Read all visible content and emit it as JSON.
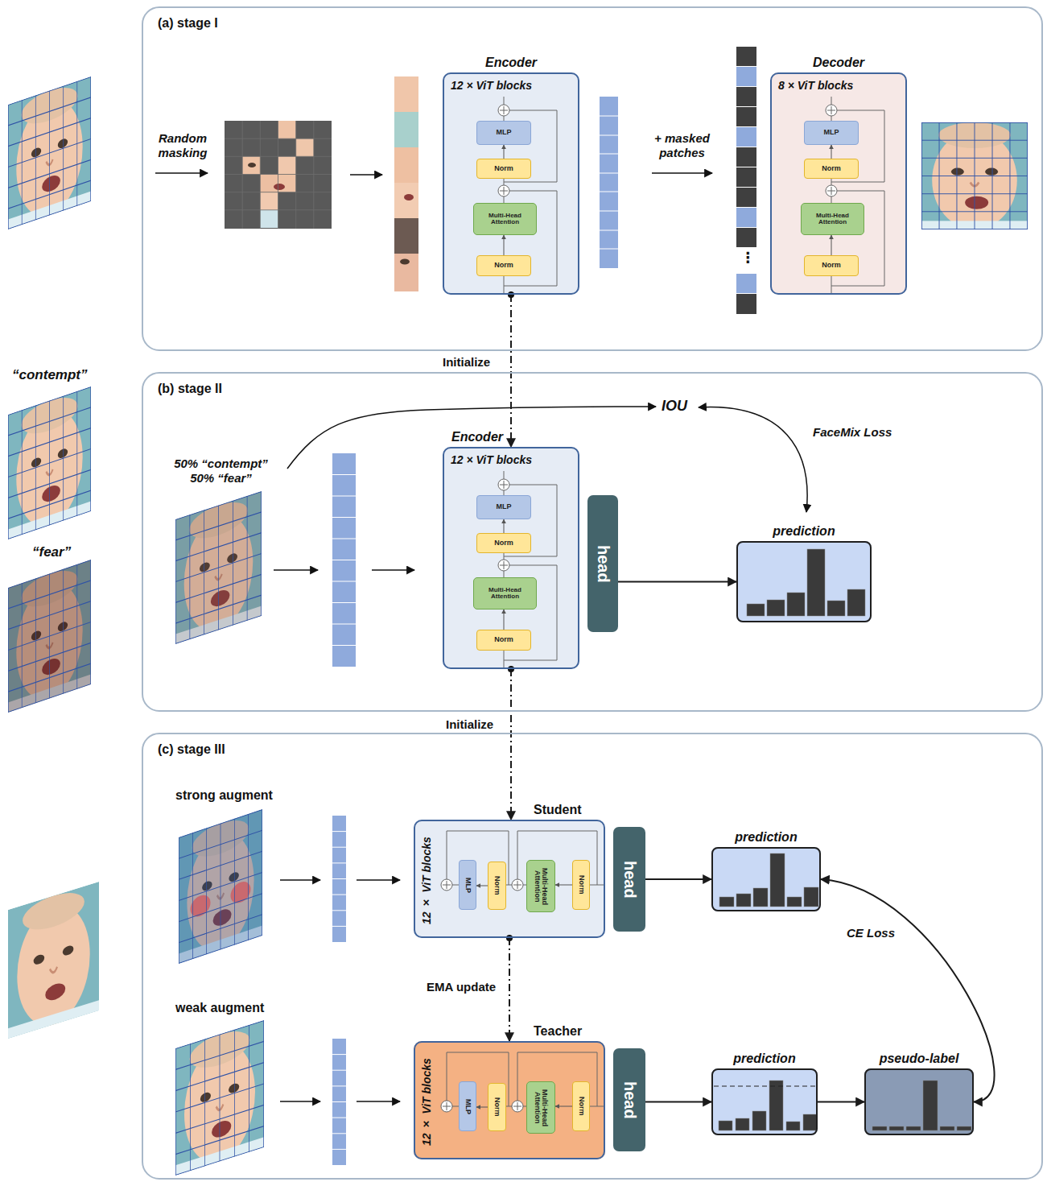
{
  "diagram": {
    "nodes": [
      {
        "text": [
          "(a) stage I"
        ]
      },
      {
        "text": [
          "Encoder",
          "12 × ViT blocks"
        ],
        "in": 0
      },
      {
        "text": [
          "MLP"
        ],
        "in": 1
      },
      {
        "text": [
          "Norm"
        ],
        "in": 1
      },
      {
        "text": [
          "Multi-Head Attention"
        ],
        "in": 1
      },
      {
        "text": [
          "Norm"
        ],
        "in": 1
      },
      {
        "text": [
          "Decoder",
          "8 × ViT blocks"
        ],
        "in": 0
      },
      {
        "text": [
          "MLP"
        ],
        "in": 6
      },
      {
        "text": [
          "Norm"
        ],
        "in": 6
      },
      {
        "text": [
          "Multi-Head Attention"
        ],
        "in": 6
      },
      {
        "text": [
          "Norm"
        ],
        "in": 6
      },
      {
        "text": [
          "(b) stage II"
        ]
      },
      {
        "text": [
          "Encoder",
          "12 × ViT blocks"
        ],
        "in": 11
      },
      {
        "text": [
          "MLP"
        ],
        "in": 12
      },
      {
        "text": [
          "Norm"
        ],
        "in": 12
      },
      {
        "text": [
          "Multi-Head Attention"
        ],
        "in": 12
      },
      {
        "text": [
          "Norm"
        ],
        "in": 12
      },
      {
        "text": [
          "head"
        ],
        "in": 11
      },
      {
        "text": [
          "prediction"
        ],
        "in": 11
      },
      {
        "text": [
          "(c) stage III"
        ]
      },
      {
        "text": [
          "Student",
          "12 × ViT blocks"
        ],
        "in": 19
      },
      {
        "text": [
          "MLP"
        ],
        "in": 20
      },
      {
        "text": [
          "Norm"
        ],
        "in": 20
      },
      {
        "text": [
          "Multi-Head Attention"
        ],
        "in": 20
      },
      {
        "text": [
          "Norm"
        ],
        "in": 20
      },
      {
        "text": [
          "head"
        ],
        "in": 19
      },
      {
        "text": [
          "prediction"
        ],
        "in": 19
      },
      {
        "text": [
          "Teacher",
          "12 × ViT blocks"
        ],
        "in": 19
      },
      {
        "text": [
          "MLP"
        ],
        "in": 27
      },
      {
        "text": [
          "Norm"
        ],
        "in": 27
      },
      {
        "text": [
          "Multi-Head Attention"
        ],
        "in": 27
      },
      {
        "text": [
          "Norm"
        ],
        "in": 27
      },
      {
        "text": [
          "head"
        ],
        "in": 19
      },
      {
        "text": [
          "prediction"
        ],
        "in": 19
      },
      {
        "text": [
          "pseudo-label"
        ],
        "in": 19
      }
    ],
    "edges": [
      {
        "from": 1,
        "to": 12,
        "arrow": "to",
        "label": "Initialize"
      },
      {
        "from": 12,
        "to": 20,
        "arrow": "to",
        "label": "Initialize"
      },
      {
        "from": 20,
        "to": 27,
        "arrow": "to",
        "label": "EMA update"
      },
      {
        "from": 3,
        "to": 2,
        "arrow": "to"
      },
      {
        "from": 5,
        "to": 4,
        "arrow": "to"
      },
      {
        "from": 8,
        "to": 7,
        "arrow": "to"
      },
      {
        "from": 10,
        "to": 9,
        "arrow": "to"
      },
      {
        "from": 14,
        "to": 13,
        "arrow": "to"
      },
      {
        "from": 16,
        "to": 15,
        "arrow": "to"
      },
      {
        "from": 17,
        "to": 18,
        "arrow": "to"
      },
      {
        "from": 22,
        "to": 21,
        "arrow": "to"
      },
      {
        "from": 24,
        "to": 23,
        "arrow": "to"
      },
      {
        "from": 25,
        "to": 26,
        "arrow": "to"
      },
      {
        "from": 26,
        "to": 34,
        "arrow": "both",
        "label": "CE Loss"
      },
      {
        "from": 29,
        "to": 28,
        "arrow": "to"
      },
      {
        "from": 31,
        "to": 30,
        "arrow": "to"
      },
      {
        "from": 32,
        "to": 33,
        "arrow": "to"
      },
      {
        "from": 33,
        "to": 34,
        "arrow": "to"
      }
    ],
    "labels": [
      "Random masking",
      "+ masked patches",
      "⋮",
      "“contempt”",
      "“fear”",
      "50% “contempt” 50% “fear”",
      "IOU",
      "FaceMix Loss",
      "strong augment",
      "weak augment"
    ]
  }
}
